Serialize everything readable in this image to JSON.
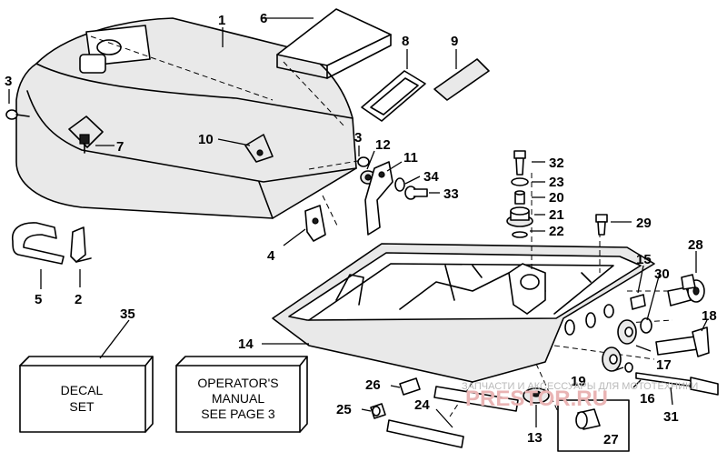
{
  "callouts": [
    "1",
    "2",
    "3",
    "3",
    "4",
    "5",
    "6",
    "7",
    "8",
    "9",
    "10",
    "11",
    "12",
    "13",
    "14",
    "15",
    "16",
    "17",
    "18",
    "19",
    "20",
    "21",
    "22",
    "23",
    "24",
    "25",
    "26",
    "27",
    "28",
    "29",
    "30",
    "31",
    "32",
    "33",
    "34",
    "35"
  ],
  "decal_box": {
    "line1": "DECAL",
    "line2": "SET"
  },
  "manual_box": {
    "line1": "OPERATOR'S",
    "line2": "MANUAL",
    "line3": "SEE PAGE 3"
  },
  "watermark": {
    "text": "ЗАПЧАСТИ И АКСЕССУАРЫ ДЛЯ МОТОТЕХНИКИ",
    "logo": "PRESTOR.RU"
  }
}
